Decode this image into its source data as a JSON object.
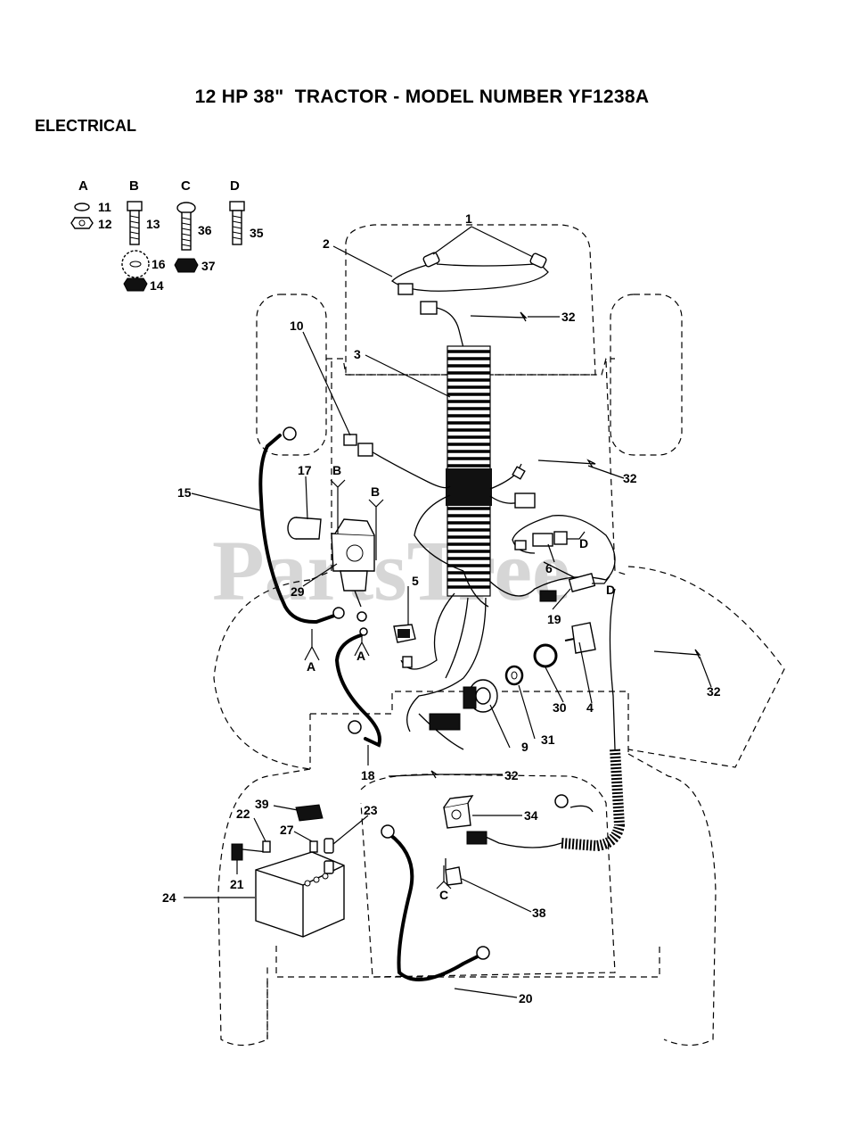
{
  "header": {
    "title": "12 HP 38\"  TRACTOR - MODEL NUMBER YF1238A",
    "section": "ELECTRICAL"
  },
  "watermark": "PartsTree",
  "hardware_key": {
    "columns": [
      "A",
      "B",
      "C",
      "D"
    ],
    "items": [
      "11",
      "12",
      "13",
      "16",
      "14",
      "36",
      "37",
      "35"
    ]
  },
  "callouts": {
    "p1": "1",
    "p2": "2",
    "p3": "3",
    "p4": "4",
    "p5": "5",
    "p6": "6",
    "p9": "9",
    "p10": "10",
    "p15": "15",
    "p17": "17",
    "p18": "18",
    "p19": "19",
    "p20": "20",
    "p21": "21",
    "p22": "22",
    "p23": "23",
    "p24": "24",
    "p27": "27",
    "p29": "29",
    "p30": "30",
    "p31": "31",
    "p32a": "32",
    "p32b": "32",
    "p32c": "32",
    "p32d": "32",
    "p34": "34",
    "p38": "38",
    "p39": "39"
  },
  "mount_refs": {
    "a1": "A",
    "a2": "A",
    "a3": "A",
    "b1": "B",
    "b2": "B",
    "c1": "C",
    "d1": "D",
    "d2": "D"
  }
}
